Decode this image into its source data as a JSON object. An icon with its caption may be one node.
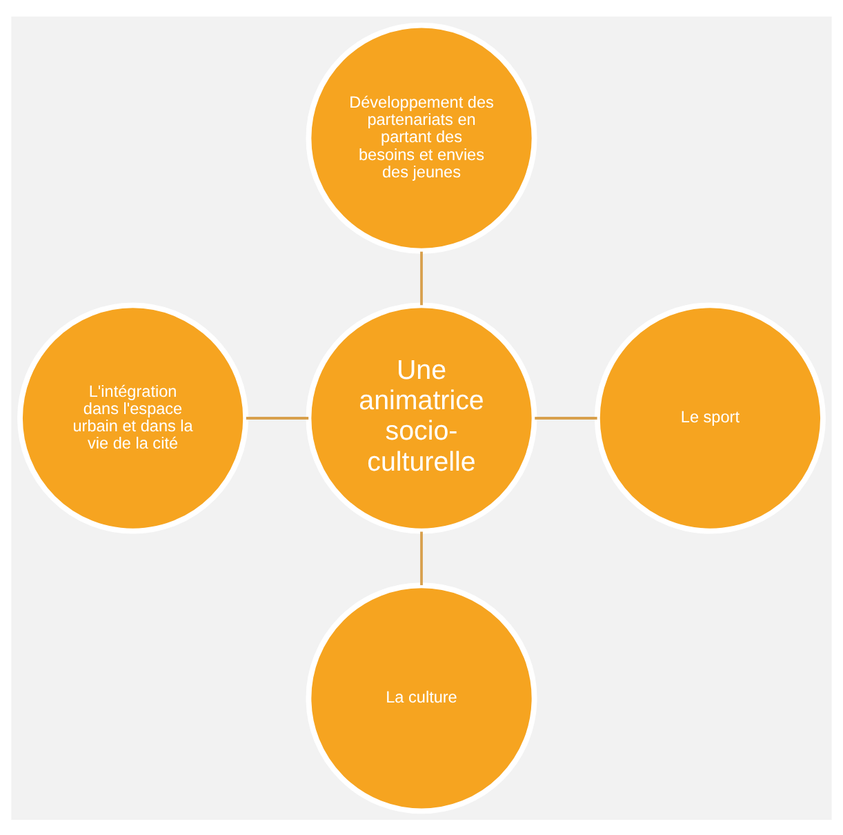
{
  "diagram": {
    "nodes": [
      {
        "text": [
          "Développement des partenariats en partant des besoins et envies des jeunes"
        ]
      },
      {
        "text": [
          "L'intégration dans l'espace urbain et dans la vie de la cité"
        ]
      },
      {
        "text": [
          "Une animatrice socio-culturelle"
        ]
      },
      {
        "text": [
          "Le sport"
        ]
      },
      {
        "text": [
          "La culture"
        ]
      }
    ],
    "edges": [
      {
        "from": 0,
        "to": 2,
        "arrow": "none"
      },
      {
        "from": 1,
        "to": 2,
        "arrow": "none"
      },
      {
        "from": 2,
        "to": 3,
        "arrow": "none"
      },
      {
        "from": 2,
        "to": 4,
        "arrow": "none"
      }
    ]
  }
}
